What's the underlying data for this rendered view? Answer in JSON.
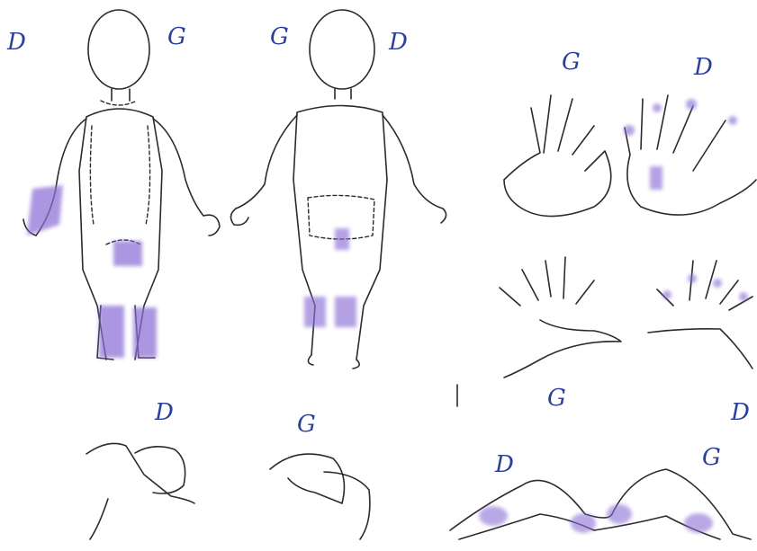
{
  "labels": {
    "front_left": "D",
    "front_right": "G",
    "back_left": "G",
    "back_right": "D",
    "hands_top_left": "G",
    "hands_top_right": "D",
    "head_left": "D",
    "head_right": "G",
    "legs_top_center": "G",
    "legs_top_right": "D",
    "legs_left": "D",
    "legs_right": "G"
  },
  "colors": {
    "line": "#2b2b2b",
    "label": "#2a3f9c",
    "shading": "#8b6fd6"
  }
}
